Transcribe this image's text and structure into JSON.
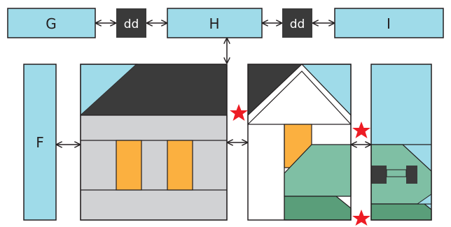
{
  "colors": {
    "sky": "#9FDBE9",
    "roof": "#3B3B3B",
    "wall": "#D1D2D4",
    "window": "#FBB040",
    "green_light": "#7FBFA4",
    "green_dark": "#5A9E7A",
    "white": "#FFFFFF",
    "outline": "#231F20",
    "star": "#ED1C24",
    "connector_box": "#3A3A3A"
  },
  "top_row": {
    "block_g": "G",
    "connector_1": "dd",
    "block_h": "H",
    "connector_2": "dd",
    "block_i": "I"
  },
  "block_f": {
    "label": "F"
  },
  "stars": {
    "count": 3
  }
}
